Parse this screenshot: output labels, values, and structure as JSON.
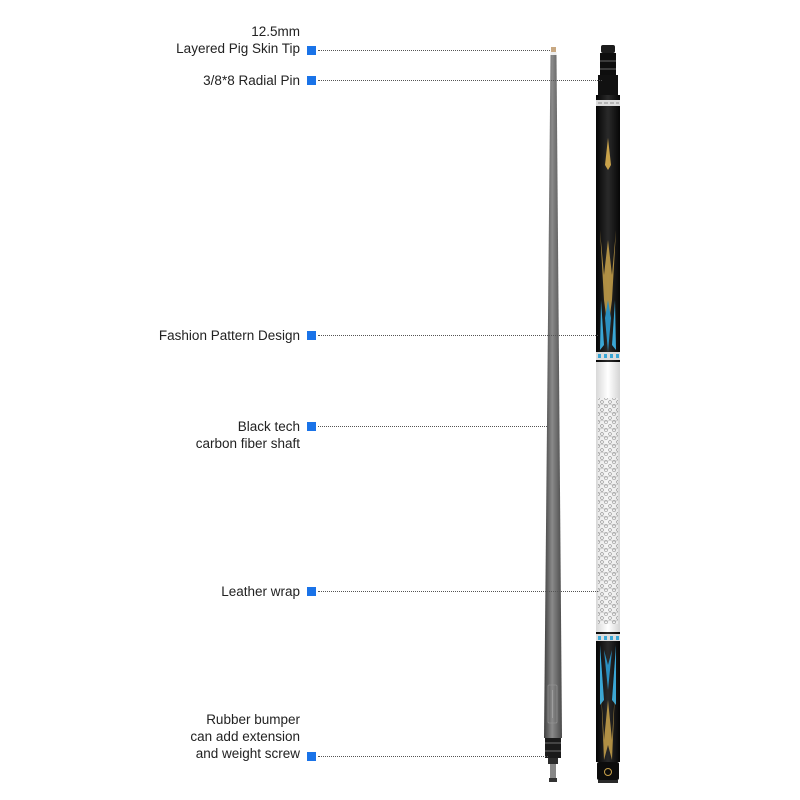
{
  "annotations": [
    {
      "id": "tip",
      "lines": [
        "12.5mm",
        "Layered Pig Skin Tip"
      ]
    },
    {
      "id": "pin",
      "lines": [
        "3/8*8 Radial Pin"
      ]
    },
    {
      "id": "pattern",
      "lines": [
        "Fashion Pattern Design"
      ]
    },
    {
      "id": "shaft",
      "lines": [
        "Black tech",
        "carbon fiber shaft"
      ]
    },
    {
      "id": "wrap",
      "lines": [
        "Leather wrap"
      ]
    },
    {
      "id": "bumper",
      "lines": [
        "Rubber bumper",
        "can add extension",
        "and weight screw"
      ]
    }
  ],
  "colors": {
    "marker": "#1a73e8",
    "text": "#222222",
    "shaft": "#5e5e5e",
    "butt_black": "#141414",
    "wrap_white": "#f4f4f4",
    "accent_blue": "#3aa7d6",
    "accent_gold": "#c9a24a"
  },
  "icons": {
    "marker": "blue-square-marker"
  }
}
